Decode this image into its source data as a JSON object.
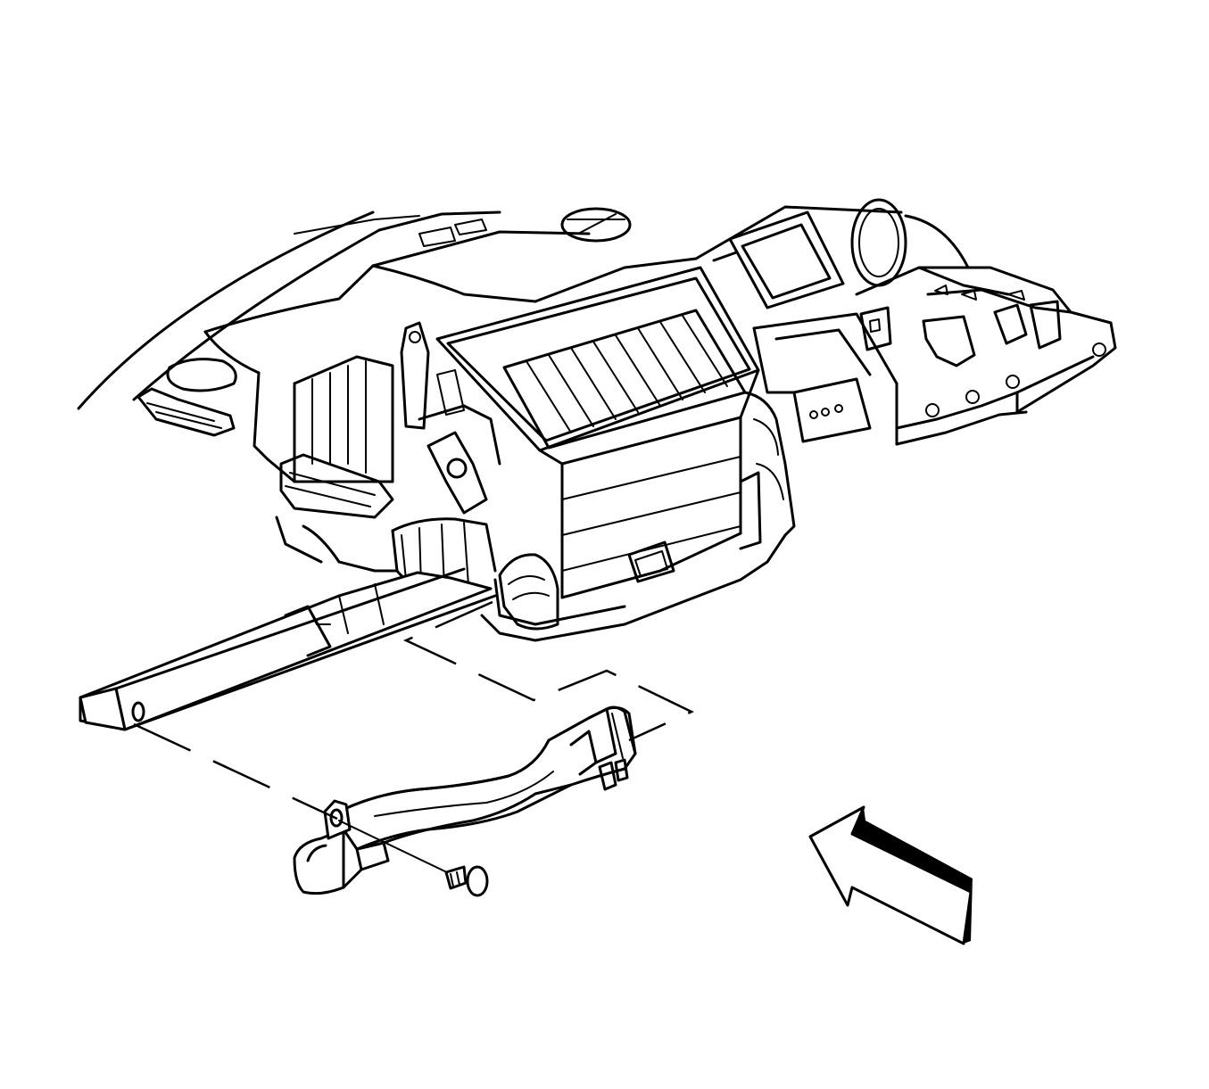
{
  "diagram": {
    "parts": [
      {
        "name": "dash-panel",
        "kind": "instrument-panel-carrier"
      },
      {
        "name": "hvac-module",
        "kind": "heater-ac-case"
      },
      {
        "name": "floor-air-duct",
        "kind": "rear-floor-duct"
      },
      {
        "name": "duct-extension",
        "kind": "outlet-duct"
      },
      {
        "name": "push-pin-fastener",
        "kind": "retainer"
      },
      {
        "name": "front-arrow",
        "kind": "vehicle-front-indicator"
      }
    ],
    "colors": {
      "line": "#000000",
      "background": "#ffffff"
    }
  }
}
